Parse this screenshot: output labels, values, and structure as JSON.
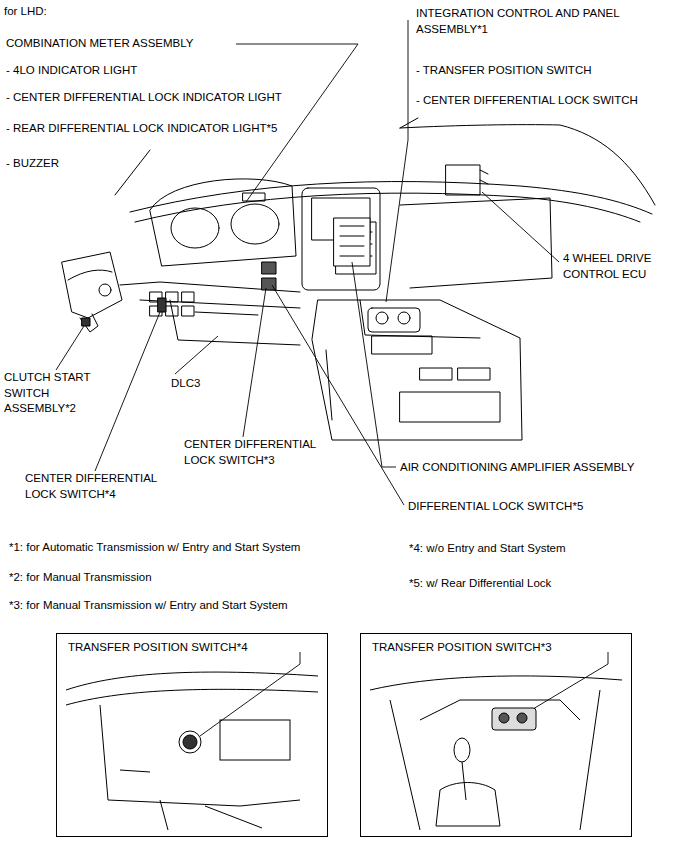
{
  "diagram": {
    "nodes": [
      {
        "text": [
          "TRANSFER POSITION SWITCH*4"
        ]
      },
      {
        "text": [
          "TRANSFER POSITION SWITCH*3"
        ]
      }
    ],
    "edges": [],
    "labels": [
      "for LHD:",
      "COMBINATION METER ASSEMBLY",
      "- 4LO INDICATOR LIGHT",
      "- CENTER DIFFERENTIAL LOCK INDICATOR LIGHT",
      "- REAR DIFFERENTIAL LOCK INDICATOR LIGHT*5",
      "- BUZZER",
      "INTEGRATION CONTROL AND PANEL ASSEMBLY*1",
      "- TRANSFER POSITION SWITCH",
      "- CENTER DIFFERENTIAL LOCK SWITCH",
      "4 WHEEL DRIVE CONTROL ECU",
      "CLUTCH START SWITCH ASSEMBLY*2",
      "DLC3",
      "CENTER DIFFERENTIAL LOCK SWITCH*3",
      "CENTER DIFFERENTIAL LOCK SWITCH*4",
      "AIR CONDITIONING AMPLIFIER ASSEMBLY",
      "DIFFERENTIAL LOCK SWITCH*5",
      "*1: for Automatic Transmission w/ Entry and Start System",
      "*2: for Manual Transmission",
      "*3: for Manual Transmission w/ Entry and Start System",
      "*4: w/o Entry and Start System",
      "*5: w/ Rear Differential Lock"
    ]
  }
}
